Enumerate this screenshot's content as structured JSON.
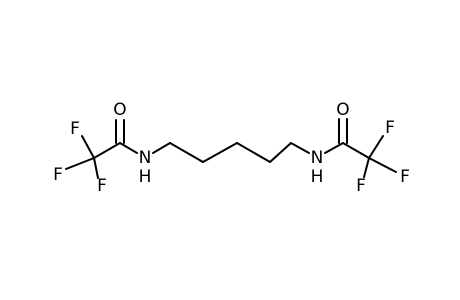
{
  "molecule": {
    "atoms": {
      "o_left": "O",
      "o_right": "O",
      "n_left": "N",
      "h_left": "H",
      "n_right": "N",
      "h_right": "H",
      "f_l1": "F",
      "f_l2": "F",
      "f_l3": "F",
      "f_r1": "F",
      "f_r2": "F",
      "f_r3": "F"
    }
  }
}
